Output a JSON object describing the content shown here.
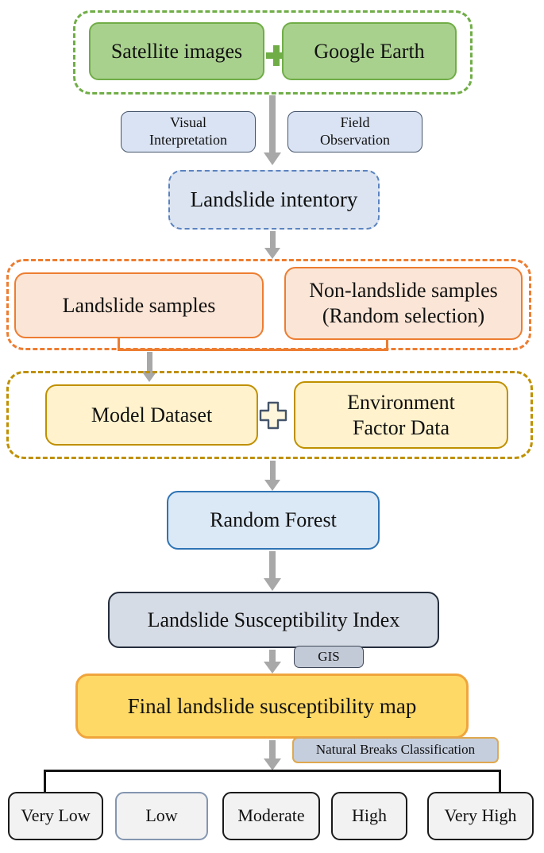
{
  "figure": {
    "source_group": {
      "satellite": "Satellite images",
      "google_earth": "Google Earth"
    },
    "process_labels": {
      "visual": "Visual\nInterpretation",
      "field": "Field\nObservation"
    },
    "inventory": "Landslide intentory",
    "samples_group": {
      "landslide": "Landslide samples",
      "non_landslide": "Non-landslide samples\n(Random selection)"
    },
    "dataset_group": {
      "model_dataset": "Model Dataset",
      "environment": "Environment\nFactor Data"
    },
    "random_forest": "Random Forest",
    "susceptibility_index": "Landslide Susceptibility Index",
    "gis": "GIS",
    "final_map": "Final landslide susceptibility map",
    "natural_breaks": "Natural Breaks Classification",
    "classes": [
      "Very Low",
      "Low",
      "Moderate",
      "High",
      "Very High"
    ]
  },
  "colors": {
    "green_fill": "#a9d18e",
    "green_border": "#70ad47",
    "label_blue_fill": "#dae3f3",
    "label_blue_border": "#44546a",
    "inventory_fill": "#dbe4f0",
    "inventory_border": "#5b83c0",
    "orange_border": "#ed7d31",
    "peach_fill": "#fbe5d6",
    "gold_border": "#bf9000",
    "yellow_fill": "#fff2cc",
    "random_forest_fill": "#dbe8f5",
    "random_forest_border": "#2e74b5",
    "index_fill": "#d6dce5",
    "index_border": "#252e3d",
    "gis_fill": "#c3cad7",
    "final_fill": "#ffd966",
    "final_border": "#f0a53c",
    "natural_breaks_fill": "#c5cedd",
    "natural_breaks_border": "#e0a84f",
    "class_fill": "#f2f2f2",
    "class_low_border": "#8496b0",
    "arrow_gray": "#a8a8a8"
  }
}
